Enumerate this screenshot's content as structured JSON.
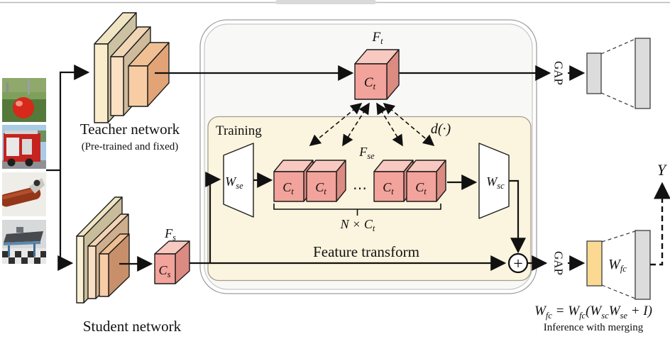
{
  "teacher": {
    "title": "Teacher network",
    "subtitle": "(Pre-trained and fixed)"
  },
  "student": {
    "title": "Student network"
  },
  "boxes": {
    "training_label": "Training",
    "feature_transform_label": "Feature transform"
  },
  "labels": {
    "ft": {
      "base": "F",
      "sub": "t"
    },
    "ct": {
      "base": "C",
      "sub": "t"
    },
    "fs": {
      "base": "F",
      "sub": "s"
    },
    "cs": {
      "base": "C",
      "sub": "s"
    },
    "fse": {
      "base": "F",
      "sub": "se"
    },
    "wse": {
      "base": "W",
      "sub": "se"
    },
    "wsc": {
      "base": "W",
      "sub": "sc"
    },
    "wfc": {
      "base": "W",
      "sub": "fc"
    },
    "n_times_ct": {
      "base": "N × C",
      "sub": "t"
    },
    "distance": "d(·)",
    "gap": "GAP",
    "output": "Y",
    "plus": "+",
    "ellipsis": "⋯"
  },
  "formula": {
    "t1": "W",
    "s1": "fc",
    "t2": " = W",
    "s2": "fc",
    "t3": "(W",
    "s3": "sc",
    "t4": "W",
    "s4": "se",
    "t5": " + I)",
    "caption": "Inference  with merging"
  },
  "inputs": {
    "alt": [
      "red ball on grass",
      "fire truck",
      "fountain pen",
      "table and chairs"
    ]
  },
  "colors": {
    "cube_front": "#F2A39B",
    "cube_top": "#F8C9C1",
    "cube_side": "#DB8B82",
    "panel_fill": "#F8F8F7",
    "panel_border": "#9E9E9E",
    "inner_fill": "#FBF4DE",
    "inner_border": "#A59D8E",
    "gap_block": "#DCDCDC",
    "fc_block": "#FBD993"
  }
}
